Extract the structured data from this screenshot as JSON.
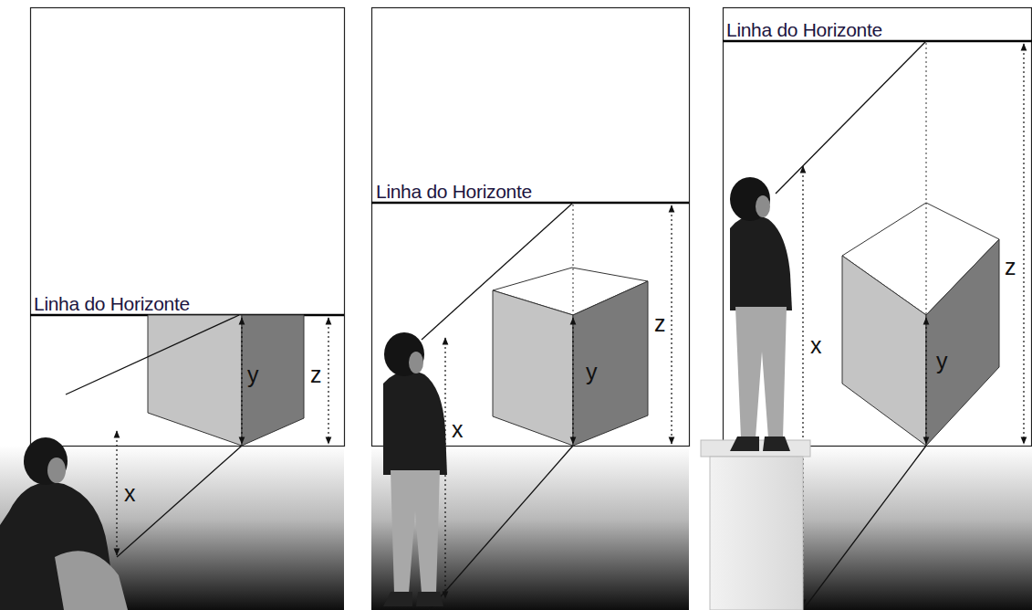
{
  "diagram": {
    "labels": [
      "Linha do Horizonte",
      "y",
      "z",
      "x",
      "Linha do Horizonte",
      "z",
      "y",
      "x",
      "Linha do Horizonte",
      "z",
      "x",
      "y"
    ]
  }
}
